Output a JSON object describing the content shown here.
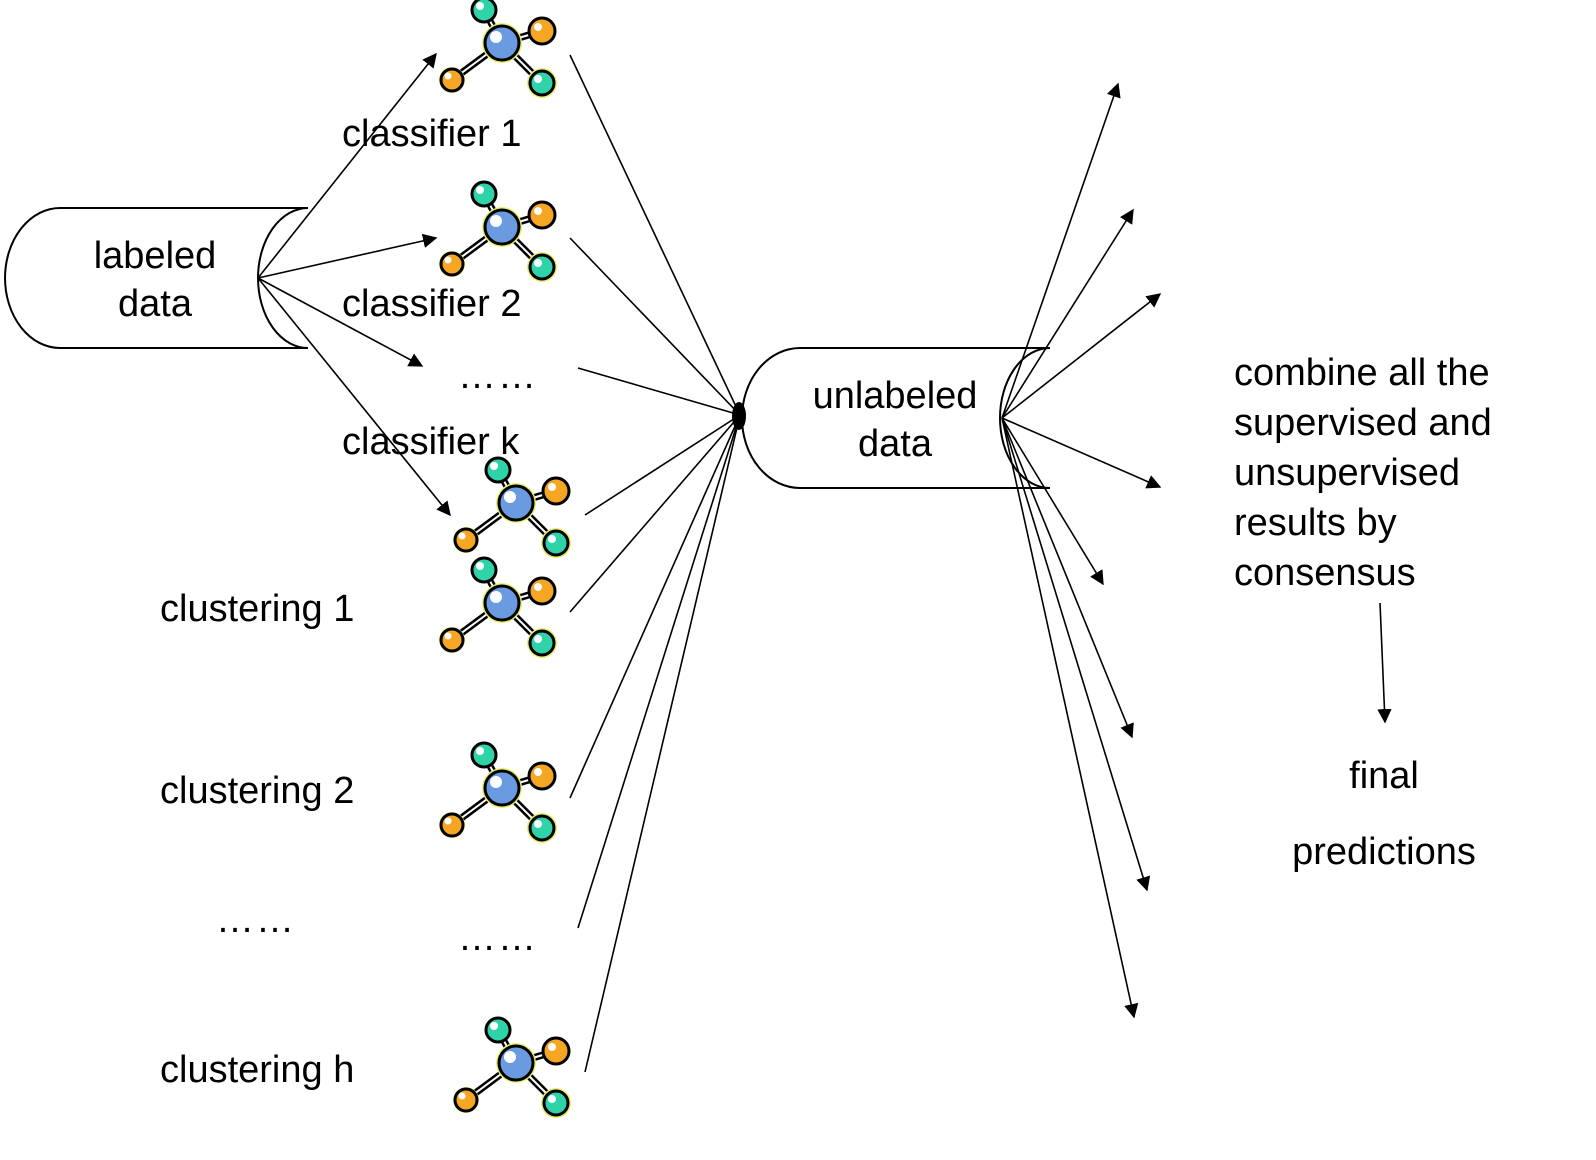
{
  "labeled": {
    "line1": "labeled",
    "line2": "data"
  },
  "unlabeled": {
    "line1": "unlabeled",
    "line2": "data"
  },
  "classifiers": [
    "classifier 1",
    "classifier 2",
    "classifier k"
  ],
  "clusterings": [
    "clustering 1",
    "clustering 2",
    "clustering h"
  ],
  "ellipsis": "……",
  "combine": [
    "combine all the",
    "supervised and",
    "unsupervised",
    "results by",
    "consensus"
  ],
  "final": {
    "line1": "final",
    "line2": "predictions"
  },
  "icons": {
    "model": "molecule-icon"
  },
  "colors": {
    "ink": "#000000",
    "atom_center": "#6a9be0",
    "atom_orange": "#f5a623",
    "atom_teal": "#2fd3a8",
    "halo": "#e8f06a"
  }
}
